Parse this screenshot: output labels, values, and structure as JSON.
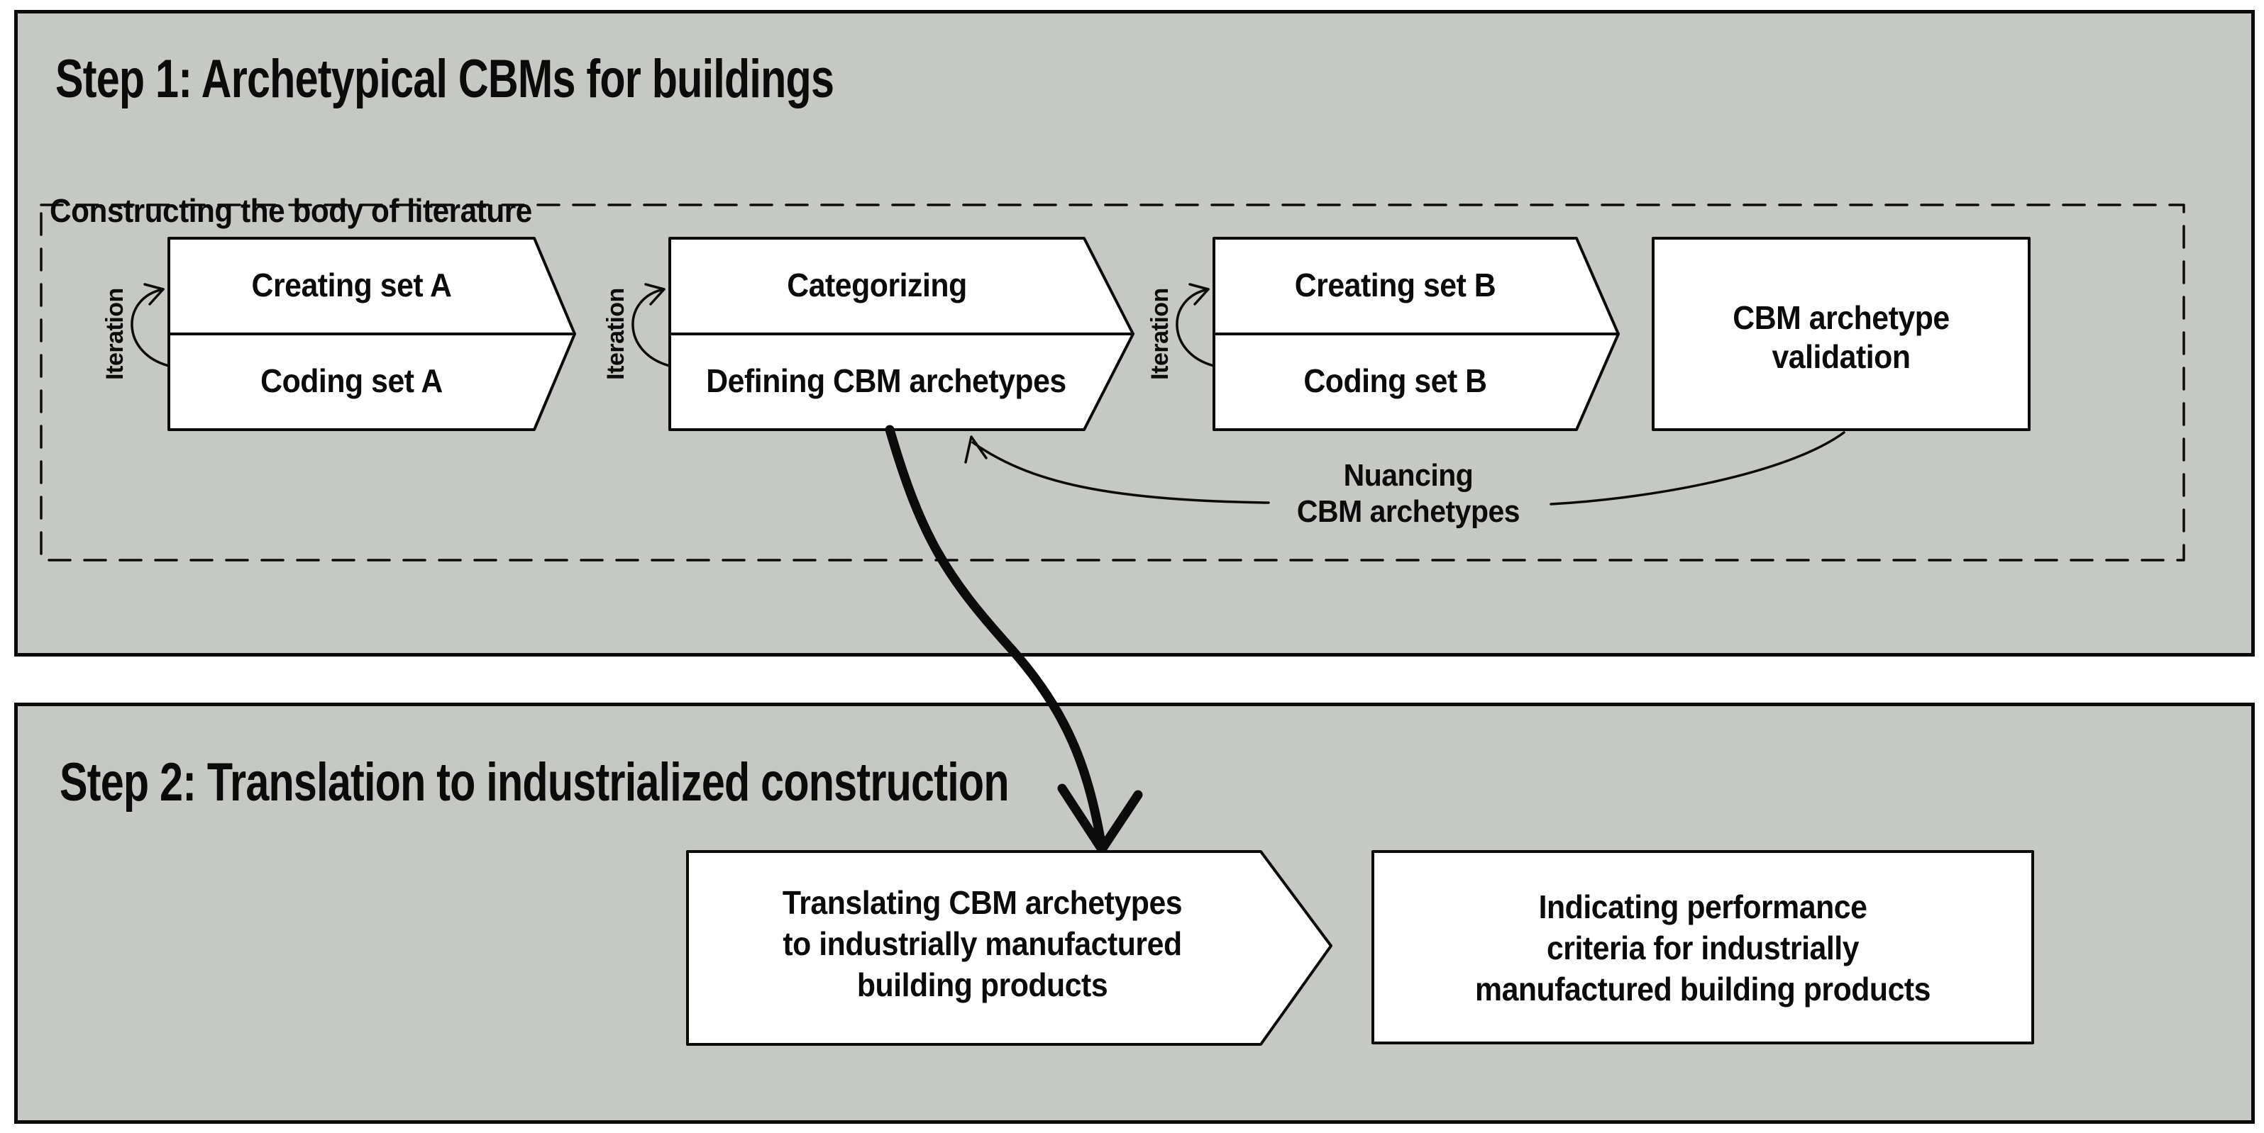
{
  "colors": {
    "panel_bg": "#c6c8c4",
    "stroke": "#0b0b0b",
    "box_fill": "#ffffff",
    "page_bg": "#ffffff"
  },
  "step1": {
    "title": "Step 1: Archetypical CBMs for buildings",
    "group_label": "Constructing the body of literature",
    "iteration_label": "Iteration",
    "process_boxes": [
      {
        "top_label": "Creating set A",
        "bottom_label": "Coding set A"
      },
      {
        "top_label": "Categorizing",
        "bottom_label": "Defining CBM archetypes"
      },
      {
        "top_label": "Creating set B",
        "bottom_label": "Coding set B"
      }
    ],
    "validation_box": {
      "line1": "CBM archetype",
      "line2": "validation"
    },
    "nuancing_label": {
      "line1": "Nuancing",
      "line2": "CBM archetypes"
    }
  },
  "step2": {
    "title": "Step 2: Translation to industrialized construction",
    "translating_box": {
      "line1": "Translating CBM archetypes",
      "line2": "to industrially manufactured",
      "line3": "building products"
    },
    "indicating_box": {
      "line1": "Indicating performance",
      "line2": "criteria for industrially",
      "line3": "manufactured building products"
    }
  }
}
